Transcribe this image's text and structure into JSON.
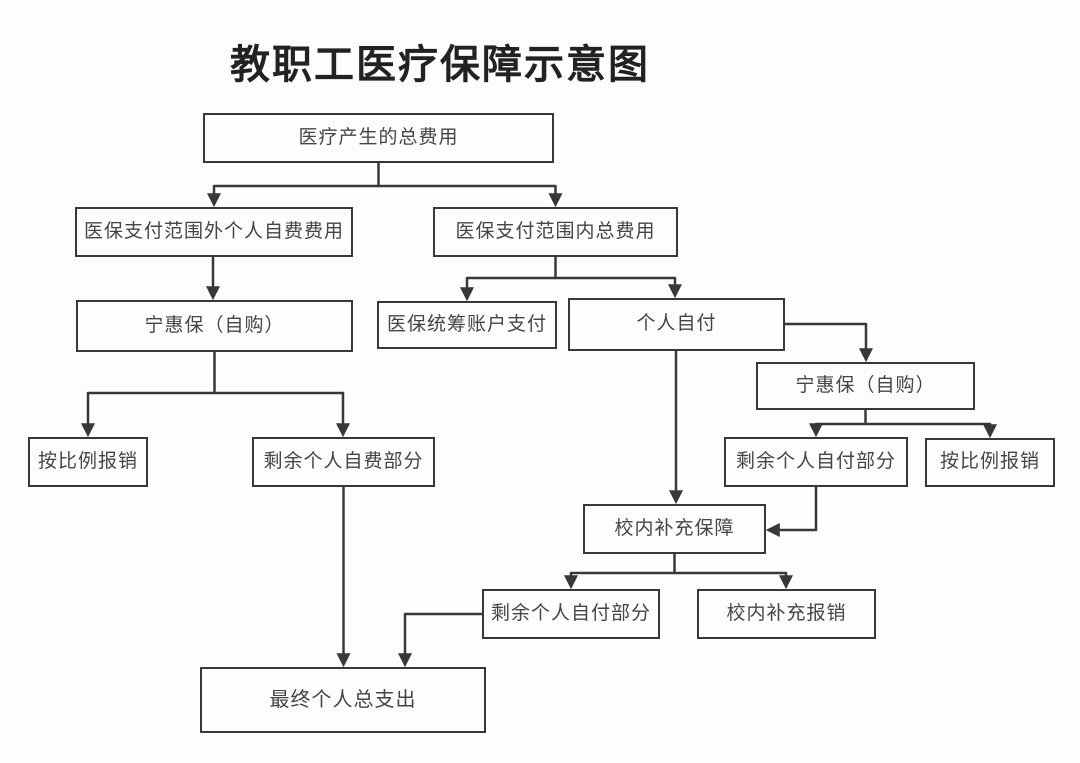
{
  "title": "教职工医疗保障示意图",
  "diagram": {
    "type": "flowchart",
    "colors": {
      "line": "#383838",
      "box_border": "#383838",
      "box_fill": "#fdfdfd",
      "text": "#454545",
      "title": "#222222",
      "background": "#fdfdfd"
    },
    "nodes": [
      {
        "id": "total-cost",
        "label": "医疗产生的总费用"
      },
      {
        "id": "out-of-scope-self-funded",
        "label": "医保支付范围外个人自费费用"
      },
      {
        "id": "in-scope-total",
        "label": "医保支付范围内总费用"
      },
      {
        "id": "ninghuibao-left",
        "label": "宁惠保（自购）"
      },
      {
        "id": "pooled-account-pay",
        "label": "医保统筹账户支付"
      },
      {
        "id": "personal-self-pay",
        "label": "个人自付"
      },
      {
        "id": "ninghuibao-right",
        "label": "宁惠保（自购）"
      },
      {
        "id": "proportional-reimbursement-left",
        "label": "按比例报销"
      },
      {
        "id": "remaining-self-funded",
        "label": "剩余个人自费部分"
      },
      {
        "id": "remaining-self-pay-upper",
        "label": "剩余个人自付部分"
      },
      {
        "id": "proportional-reimbursement-right",
        "label": "按比例报销"
      },
      {
        "id": "campus-supplementary-insurance",
        "label": "校内补充保障"
      },
      {
        "id": "remaining-self-pay-lower",
        "label": "剩余个人自付部分"
      },
      {
        "id": "campus-supplementary-reimbursement",
        "label": "校内补充报销"
      },
      {
        "id": "final-personal-total-expenditure",
        "label": "最终个人总支出"
      }
    ],
    "edges": [
      {
        "from": "total-cost",
        "to": "out-of-scope-self-funded"
      },
      {
        "from": "total-cost",
        "to": "in-scope-total"
      },
      {
        "from": "out-of-scope-self-funded",
        "to": "ninghuibao-left"
      },
      {
        "from": "in-scope-total",
        "to": "pooled-account-pay"
      },
      {
        "from": "in-scope-total",
        "to": "personal-self-pay"
      },
      {
        "from": "ninghuibao-left",
        "to": "proportional-reimbursement-left"
      },
      {
        "from": "ninghuibao-left",
        "to": "remaining-self-funded"
      },
      {
        "from": "personal-self-pay",
        "to": "ninghuibao-right"
      },
      {
        "from": "personal-self-pay",
        "to": "campus-supplementary-insurance"
      },
      {
        "from": "ninghuibao-right",
        "to": "remaining-self-pay-upper"
      },
      {
        "from": "ninghuibao-right",
        "to": "proportional-reimbursement-right"
      },
      {
        "from": "remaining-self-pay-upper",
        "to": "campus-supplementary-insurance"
      },
      {
        "from": "campus-supplementary-insurance",
        "to": "remaining-self-pay-lower"
      },
      {
        "from": "campus-supplementary-insurance",
        "to": "campus-supplementary-reimbursement"
      },
      {
        "from": "remaining-self-pay-lower",
        "to": "final-personal-total-expenditure"
      },
      {
        "from": "remaining-self-funded",
        "to": "final-personal-total-expenditure"
      }
    ]
  }
}
